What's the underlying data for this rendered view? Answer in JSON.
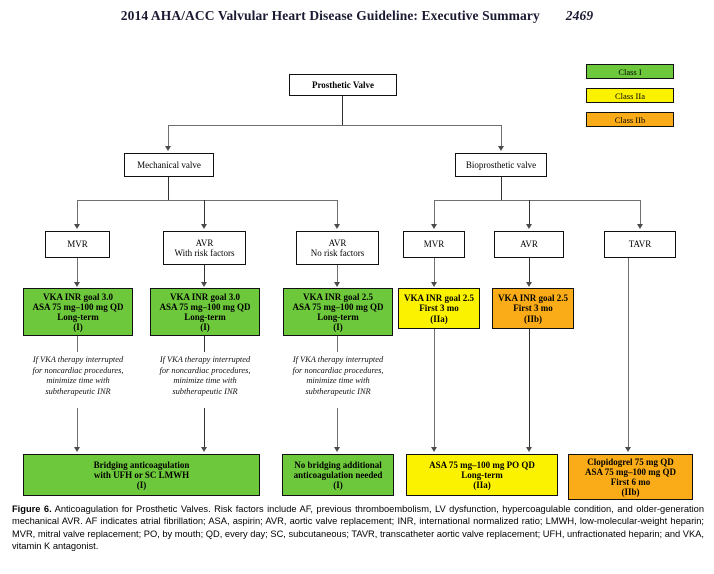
{
  "header": {
    "title": "2014 AHA/ACC Valvular Heart Disease Guideline: Executive Summary",
    "page_number": "2469"
  },
  "legend": {
    "items": [
      {
        "label": "Class I",
        "color": "#6ec83c"
      },
      {
        "label": "Class IIa",
        "color": "#fbf200"
      },
      {
        "label": "Class IIb",
        "color": "#f9ac18"
      }
    ]
  },
  "flowchart": {
    "root": {
      "label": "Prosthetic Valve"
    },
    "level2": {
      "mechanical": "Mechanical valve",
      "bioprosthetic": "Bioprosthetic valve"
    },
    "level3": {
      "mech_mvr": {
        "l1": "MVR",
        "l2": ""
      },
      "mech_avr_risk": {
        "l1": "AVR",
        "l2": "With risk factors"
      },
      "mech_avr_norisk": {
        "l1": "AVR",
        "l2": "No risk factors"
      },
      "bio_mvr": {
        "l1": "MVR",
        "l2": ""
      },
      "bio_avr": {
        "l1": "AVR",
        "l2": ""
      },
      "bio_tavr": {
        "l1": "TAVR",
        "l2": ""
      }
    },
    "level4": {
      "mech_mvr_rx": {
        "l1": "VKA INR goal 3.0",
        "l2": "ASA 75 mg–100 mg QD",
        "l3": "Long-term",
        "l4": "(I)",
        "class_color": "#6ec83c"
      },
      "mech_avr_risk_rx": {
        "l1": "VKA INR goal 3.0",
        "l2": "ASA 75 mg–100 mg QD",
        "l3": "Long-term",
        "l4": "(I)",
        "class_color": "#6ec83c"
      },
      "mech_avr_norisk_rx": {
        "l1": "VKA INR goal 2.5",
        "l2": "ASA 75 mg–100 mg QD",
        "l3": "Long-term",
        "l4": "(I)",
        "class_color": "#6ec83c"
      },
      "bio_mvr_rx": {
        "l1": "VKA INR goal 2.5",
        "l2": "First 3 mo",
        "l3": "(IIa)",
        "class_color": "#fbf200"
      },
      "bio_avr_rx": {
        "l1": "VKA INR goal 2.5",
        "l2": "First 3 mo",
        "l3": "(IIb)",
        "class_color": "#f9ac18"
      }
    },
    "interrupt_notes": {
      "l1": "If VKA therapy interrupted",
      "l2": "for noncardiac procedures,",
      "l3": "minimize time with",
      "l4": "subtherapeutic INR"
    },
    "level5": {
      "bridging": {
        "l1": "Bridging anticoagulation",
        "l2": "with UFH or SC LMWH",
        "l3": "(I)",
        "class_color": "#6ec83c"
      },
      "no_bridging": {
        "l1": "No bridging additional",
        "l2": "anticoagulation needed",
        "l3": "(I)",
        "class_color": "#6ec83c"
      },
      "asa_longterm": {
        "l1": "ASA 75 mg–100 mg PO QD",
        "l2": "Long-term",
        "l3": "(IIa)",
        "class_color": "#fbf200"
      },
      "clopidogrel": {
        "l1": "Clopidogrel 75 mg QD",
        "l2": "ASA 75 mg–100 mg QD",
        "l3": "First 6 mo",
        "l4": "(IIb)",
        "class_color": "#f9ac18"
      }
    }
  },
  "caption": {
    "figure_label": "Figure 6.",
    "text": " Anticoagulation for Prosthetic Valves. Risk factors include AF, previous thromboembolism, LV dysfunction, hypercoagulable condition, and older-generation mechanical AVR. AF indicates atrial fibrillation; ASA, aspirin; AVR, aortic valve replacement; INR, international normalized ratio; LMWH, low-molecular-weight heparin; MVR, mitral valve replacement; PO, by mouth; QD, every day; SC, subcutaneous; TAVR, transcatheter aortic valve replacement; UFH, unfractionated heparin; and VKA, vitamin K antagonist."
  }
}
